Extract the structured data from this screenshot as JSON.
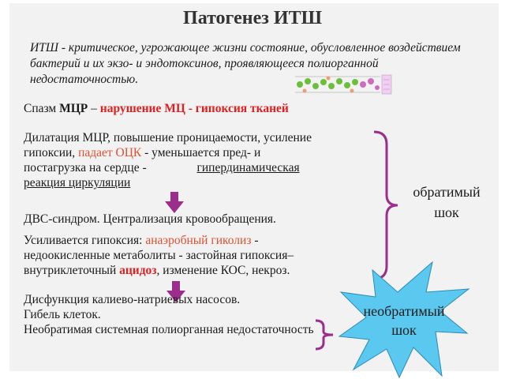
{
  "title": "Патогенез ИТШ",
  "definition": "ИТШ - критическое, угрожающее жизни состояние, обусловленное воздействием бактерий и их экзо- и эндотоксинов, проявляющееся полиорганной недостаточностью.",
  "line1": {
    "prefix": "Спазм ",
    "term": "МЦР",
    "dash": " – ",
    "red": "нарушение МЦ - гипоксия тканей"
  },
  "para2": {
    "l1": "Дилатация МЦР, повышение проницаемости,  усиление",
    "l2a": "гипоксии, ",
    "l2b": "падает ОЦК",
    "l2c": " - уменьшается пред- и",
    "l3a": "постагрузка на сердце - ",
    "l3b": "гипердинамическая",
    "l4": "реакция циркуляции"
  },
  "para3": "ДВС-синдром. Централизация кровообращения.",
  "para4": {
    "l1a": "Усиливается гипоксия: ",
    "l1b": "анаэробный гиколиз",
    "l1c": " -",
    "l2": "недоокисленные метаболиты - застойная гипоксия–",
    "l3a": "внутриклеточный ",
    "l3b": "ацидоз",
    "l3c": ", изменение КОС, некроз."
  },
  "para5": {
    "l1": "Дисфункция калиево-натриевых насосов.",
    "l2": "Гибель клеток.",
    "l3": "Необратимая системная полиорганная недостаточность"
  },
  "reversible": {
    "l1": "обратимый",
    "l2": "шок"
  },
  "irreversible": {
    "l1": "необратимый",
    "l2": "шок"
  },
  "colors": {
    "red": "#e02020",
    "arrow": "#9b2d8c",
    "brace": "#9b2d8c",
    "star": "#5bc8f0"
  },
  "icons": [
    "down-arrow-icon",
    "curly-brace-icon",
    "star-burst-icon",
    "molecule-diagram"
  ]
}
